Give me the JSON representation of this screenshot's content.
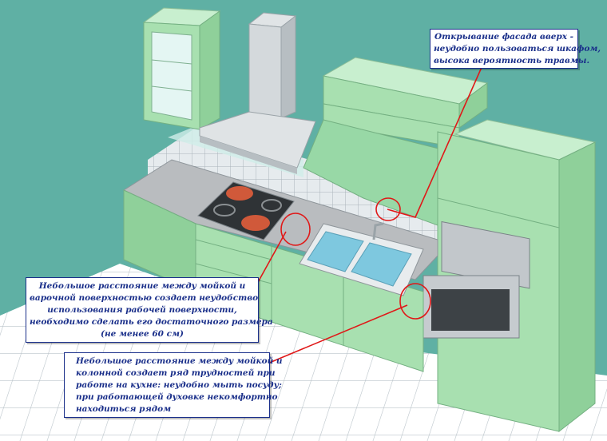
{
  "colors": {
    "wall": "#5fb0a4",
    "cabinet": "#a8e0b0",
    "countertop": "#b9bcbf",
    "floor_tile": "#ffffff",
    "annotation_line": "#e01818",
    "callout_text": "#1a2f8a"
  },
  "callouts": {
    "top": {
      "lines": [
        "Открывание фасада вверх -",
        "неудобно пользоваться шкафом,",
        "высока вероятность травмы."
      ]
    },
    "left": {
      "lines": [
        "Небольшое расстояние между мойкой и",
        "варочной поверхностью создает   неудобство",
        "использования рабочей поверхности,",
        "необходимо  сделать его достаточного размера",
        "(не менее 60 см)"
      ]
    },
    "bottom": {
      "lines": [
        "Небольшое расстояние между мойкой и",
        "колонной создает ряд трудностей при",
        "работе на кухне: неудобно мыть посуду;",
        "при работающей духовке некомфортно",
        "находиться рядом"
      ]
    }
  }
}
